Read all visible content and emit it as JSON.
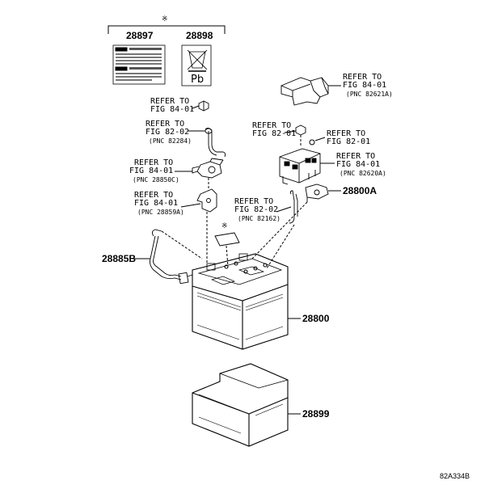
{
  "diagram": {
    "note_mark": "※",
    "drawing_id": "82A334B",
    "parts": {
      "p28897": "28897",
      "p28898": "28898",
      "p28885B": "28885B",
      "p28800": "28800",
      "p28800A": "28800A",
      "p28899": "28899"
    },
    "pb_symbol": "Pb",
    "refs": [
      {
        "line1": "REFER TO",
        "line2": "FIG 84-01",
        "pnc": "(PNC 82621A)"
      },
      {
        "line1": "REFER TO",
        "line2": "FIG 84-01",
        "pnc": ""
      },
      {
        "line1": "REFER TO",
        "line2": "FIG 82-02",
        "pnc": "(PNC 82284)"
      },
      {
        "line1": "REFER TO",
        "line2": "FIG 82-01",
        "pnc": ""
      },
      {
        "line1": "REFER TO",
        "line2": "FIG 82-01",
        "pnc": ""
      },
      {
        "line1": "REFER TO",
        "line2": "FIG 84-01",
        "pnc": "(PNC 82620A)"
      },
      {
        "line1": "REFER TO",
        "line2": "FIG 84-01",
        "pnc": "(PNC 28850C)"
      },
      {
        "line1": "REFER TO",
        "line2": "FIG 84-01",
        "pnc": "(PNC 28859A)"
      },
      {
        "line1": "REFER TO",
        "line2": "FIG 82-02",
        "pnc": "(PNC 82162)"
      }
    ]
  }
}
